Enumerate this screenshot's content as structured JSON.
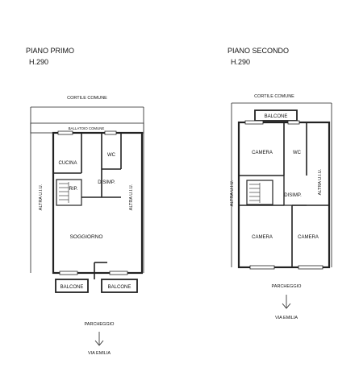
{
  "plan_left": {
    "title": "PIANO PRIMO",
    "height": "H.290",
    "rooms": {
      "cortile": "CORTILE COMUNE",
      "ballatoio": "BALLATOIO COMUNE",
      "cucina": "CUCINA",
      "wc": "WC",
      "rip": "RIP.",
      "disimp": "DISIMP.",
      "soggiorno": "SOGGIORNO",
      "balcone_left": "BALCONE",
      "balcone_right": "BALCONE",
      "altra_left": "ALTRA U.I.U.",
      "altra_right": "ALTRA U.I.U.",
      "parcheggio": "PARCHEGGIO",
      "via": "VIA EMILIA"
    }
  },
  "plan_right": {
    "title": "PIANO SECONDO",
    "height": "H.290",
    "rooms": {
      "cortile": "CORTILE COMUNE",
      "balcone": "BALCONE",
      "camera_tl": "CAMERA",
      "wc": "WC",
      "disimp": "DISIMP.",
      "camera_bl": "CAMERA",
      "camera_br": "CAMERA",
      "altra_left": "ALTRA U.I.U.",
      "altra_right": "ALTRA U.I.U.",
      "parcheggio": "PARCHEGGIO",
      "via": "VIA EMILIA"
    }
  },
  "icons": [
    "down-arrow-icon"
  ]
}
